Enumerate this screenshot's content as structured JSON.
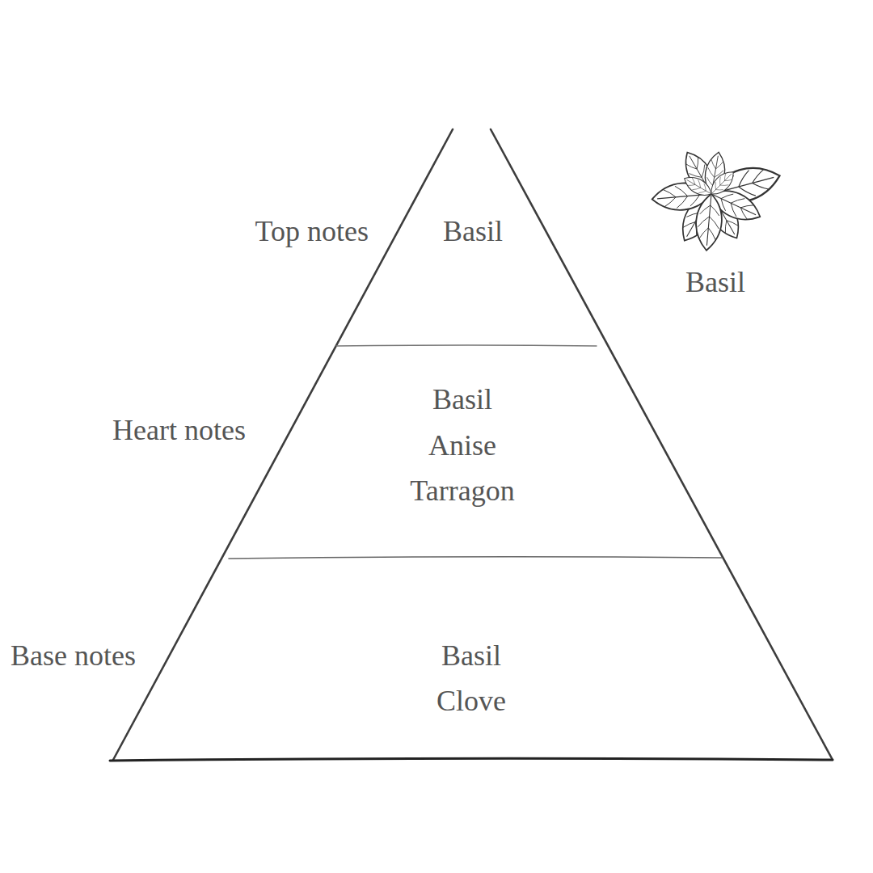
{
  "diagram": {
    "nodes": [
      {
        "text": [
          "Top notes",
          "Basil"
        ]
      },
      {
        "text": [
          "Heart notes",
          "Basil",
          "Anise",
          "Tarragon"
        ]
      },
      {
        "text": [
          "Base notes",
          "Basil",
          "Clove"
        ]
      }
    ],
    "labels": [
      "Basil"
    ]
  }
}
